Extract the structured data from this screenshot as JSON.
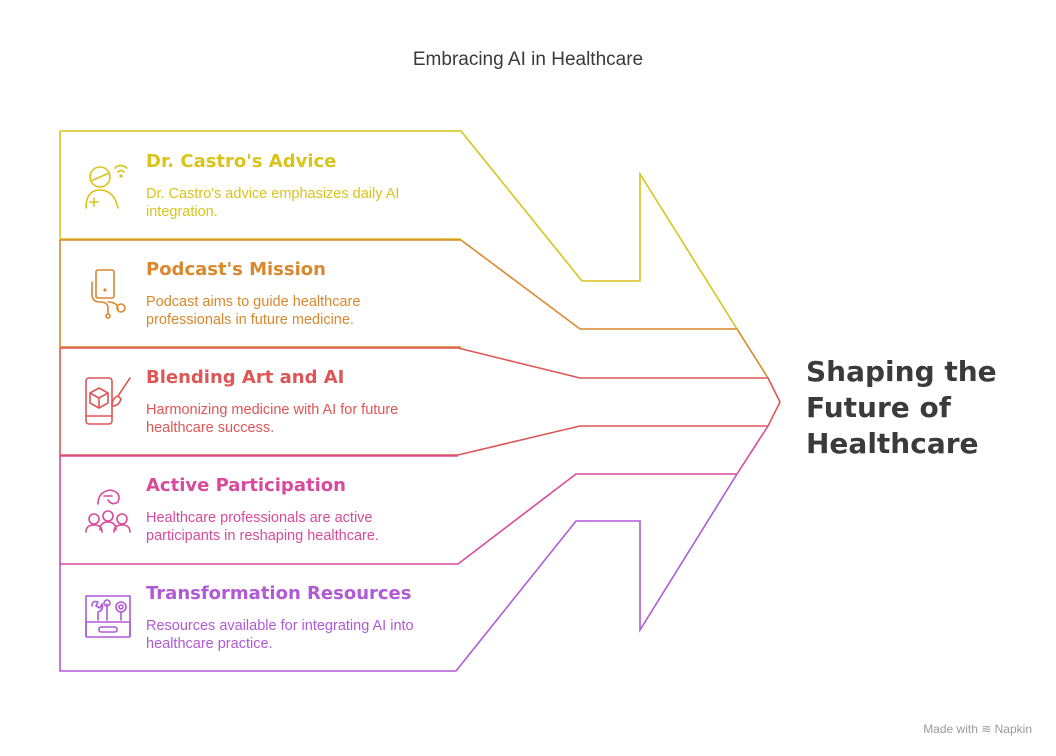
{
  "title": "Embracing AI in Healthcare",
  "result": "Shaping the Future of Healthcare",
  "items": [
    {
      "title": "Dr. Castro's Advice",
      "desc": "Dr. Castro's advice emphasizes daily AI integration.",
      "color": "#d9c41c",
      "icon": "person-wifi-icon"
    },
    {
      "title": "Podcast's Mission",
      "desc": "Podcast aims to guide healthcare professionals in future medicine.",
      "color": "#d9882e",
      "icon": "stethoscope-phone-icon"
    },
    {
      "title": "Blending Art and AI",
      "desc": "Harmonizing medicine with AI for future healthcare success.",
      "color": "#de5656",
      "icon": "phone-cube-brush-icon"
    },
    {
      "title": "Active Participation",
      "desc": "Healthcare professionals are active participants in reshaping healthcare.",
      "color": "#d84a9a",
      "icon": "people-hands-icon"
    },
    {
      "title": "Transformation Resources",
      "desc": "Resources available for integrating AI into healthcare practice.",
      "color": "#b05ad6",
      "icon": "toolbox-icon"
    }
  ],
  "brand": {
    "prefix": "Made with",
    "name": "Napkin"
  }
}
